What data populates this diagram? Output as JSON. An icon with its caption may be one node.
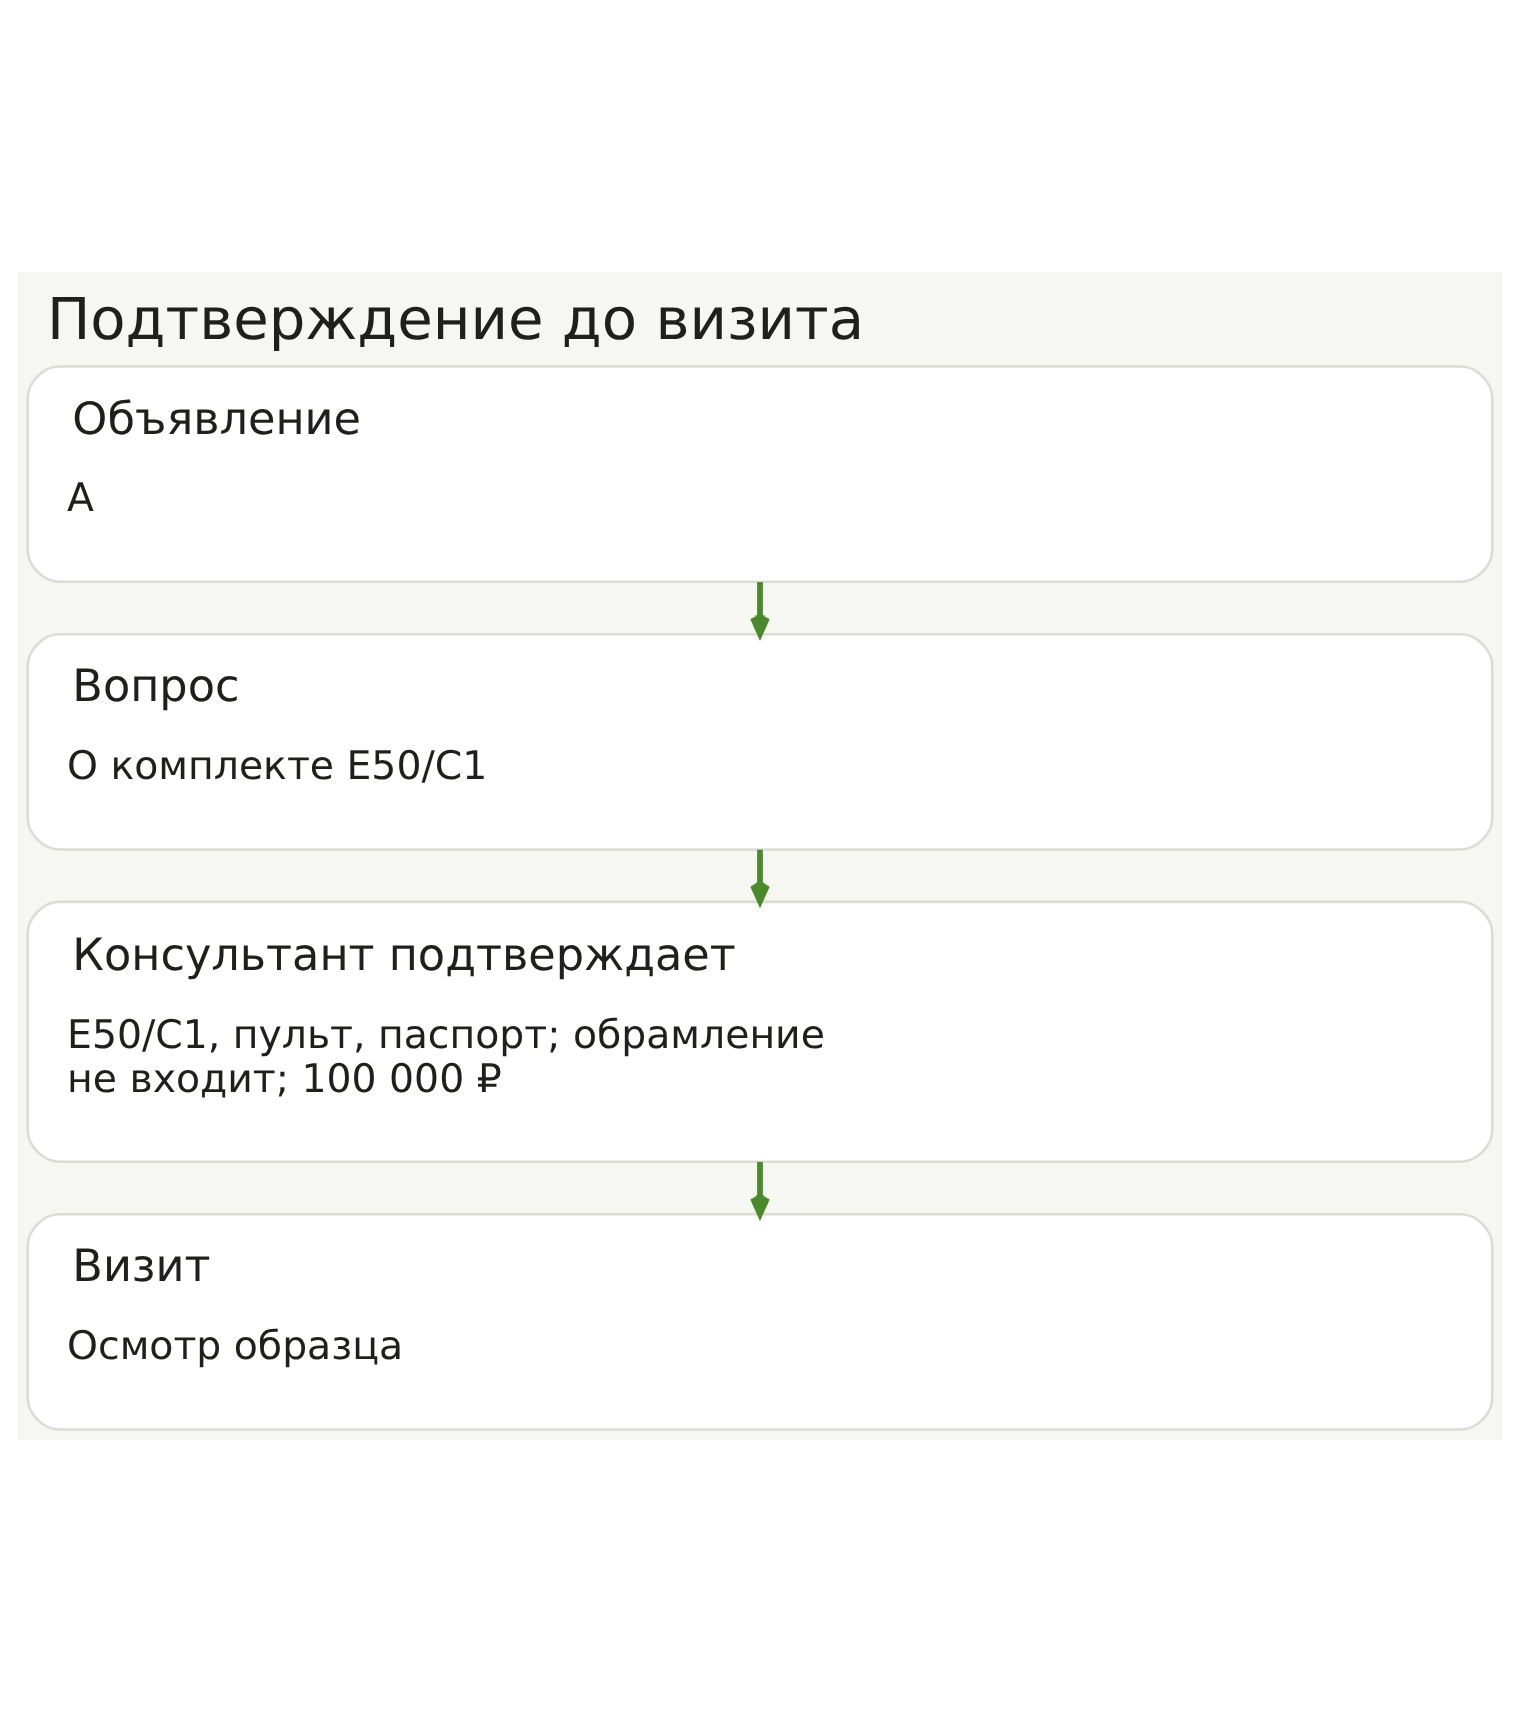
{
  "diagram": {
    "title": "Подтверждение до визита",
    "nodes": [
      {
        "text": [
          "Объявление",
          "A"
        ]
      },
      {
        "text": [
          "Вопрос",
          "О комплекте E50/C1"
        ]
      },
      {
        "text": [
          "Консультант подтверждает",
          "E50/C1, пульт, паспорт; обрамление не входит; 100 000 ₽"
        ]
      },
      {
        "text": [
          "Визит",
          "Осмотр образца"
        ]
      }
    ],
    "edges": [
      {
        "from": 0,
        "to": 1,
        "arrow": "to"
      },
      {
        "from": 1,
        "to": 2,
        "arrow": "to"
      },
      {
        "from": 2,
        "to": 3,
        "arrow": "to"
      }
    ]
  }
}
